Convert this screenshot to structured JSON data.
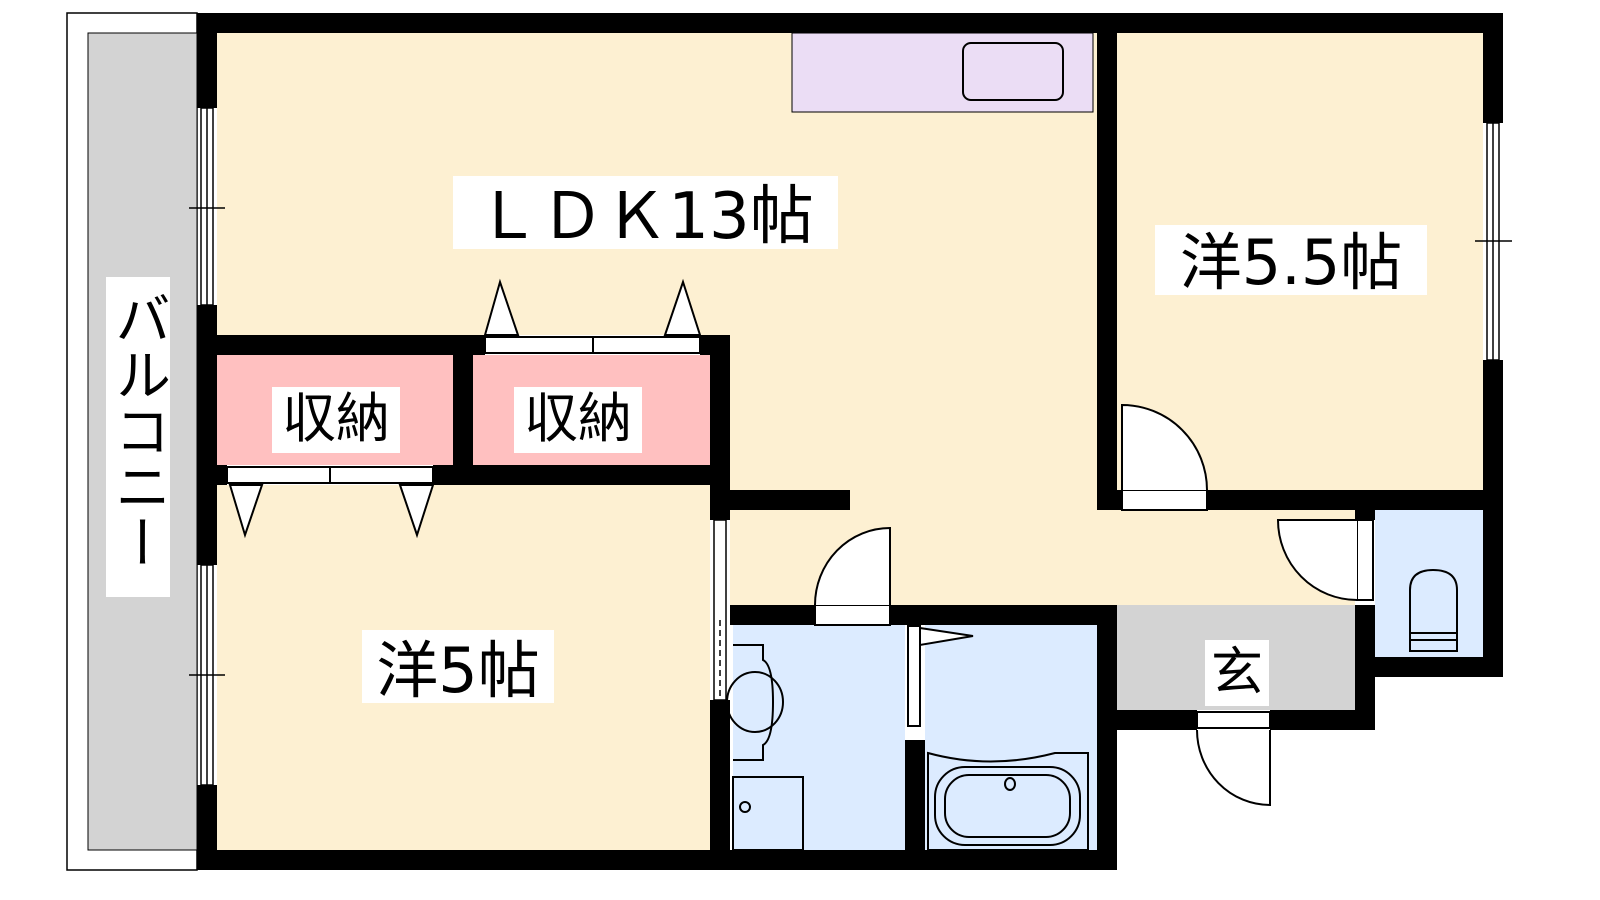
{
  "rooms": {
    "ldk": "ＬＤＫ13帖",
    "western_55": "洋5.5帖",
    "western_5": "洋5帖",
    "storage_1": "収納",
    "storage_2": "収納",
    "entrance": "玄",
    "balcony": "バルコニー"
  },
  "colors": {
    "floor": "#FDF0D2",
    "storage": "#FFC0C0",
    "wet": "#DCEBFF",
    "entrance": "#D3D3D3",
    "kitchen": "#EBDDF5",
    "wall": "#000000"
  }
}
